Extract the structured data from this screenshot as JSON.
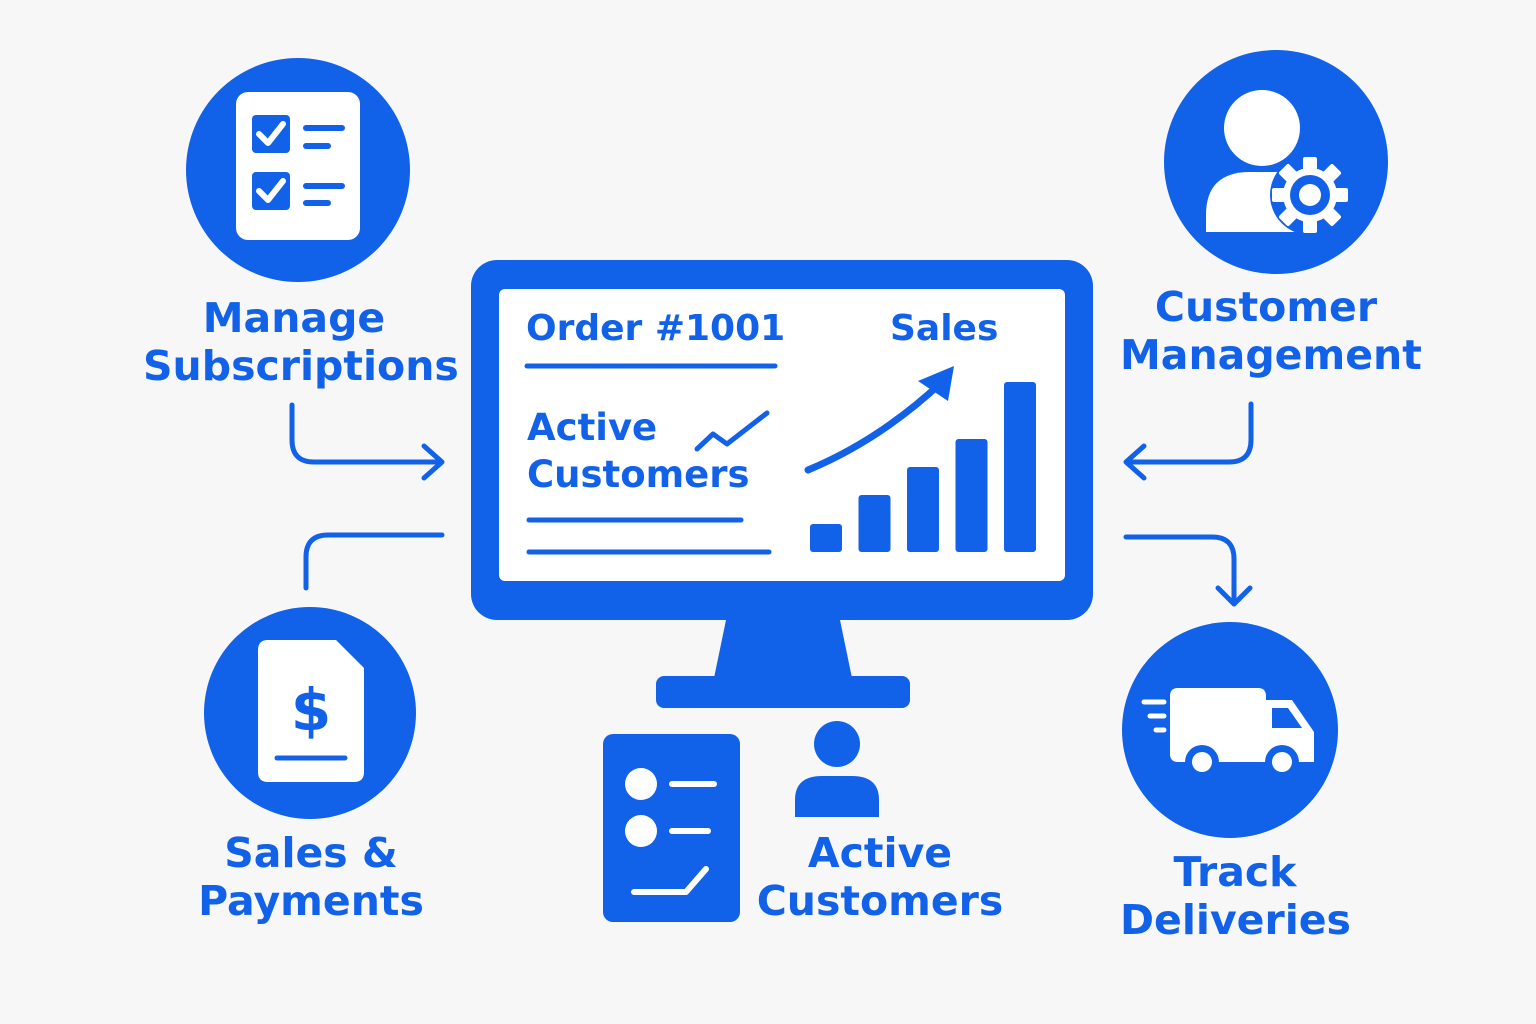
{
  "colors": {
    "accent": "#1162e8",
    "background": "#f7f7f8",
    "white": "#ffffff"
  },
  "icons": [
    "checklist-icon",
    "user-gear-icon",
    "invoice-dollar-icon",
    "delivery-truck-icon",
    "monitor-icon",
    "order-list-icon",
    "person-icon",
    "trend-arrow-icon"
  ],
  "features": {
    "manage_subscriptions": {
      "line1": "Manage",
      "line2": "Subscriptions"
    },
    "customer_management": {
      "line1": "Customer",
      "line2": "Management"
    },
    "sales_payments": {
      "line1": "Sales &",
      "line2": "Payments"
    },
    "track_deliveries": {
      "line1": "Track",
      "line2": "Deliveries"
    },
    "active_customers": {
      "line1": "Active",
      "line2": "Customers"
    }
  },
  "dashboard": {
    "order_label": "Order #1001",
    "active_line1": "Active",
    "active_line2": "Customers",
    "sales_label": "Sales",
    "sales_bars": [
      1,
      2,
      3,
      4,
      6
    ]
  },
  "currency_symbol": "$"
}
